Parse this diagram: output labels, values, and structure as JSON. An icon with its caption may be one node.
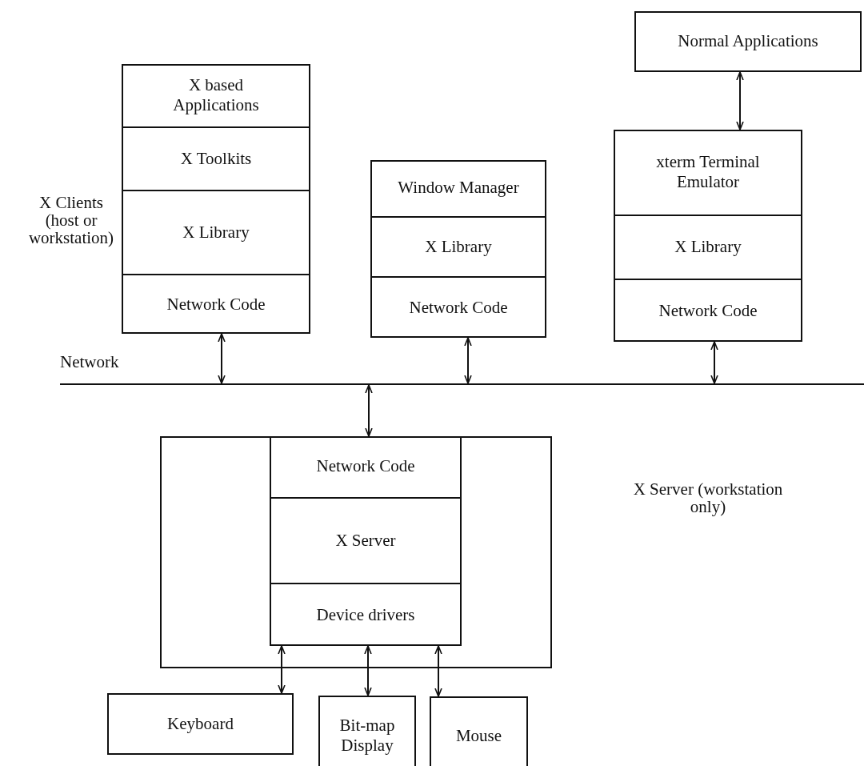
{
  "diagram": {
    "nodes": [
      {
        "text": [
          "Normal Applications"
        ]
      },
      {
        "text": [],
        "shape": "box"
      },
      {
        "text": [
          "X based Applications"
        ],
        "in": 1
      },
      {
        "text": [
          "X Toolkits"
        ],
        "in": 1
      },
      {
        "text": [
          "X Library"
        ],
        "in": 1
      },
      {
        "text": [
          "Network Code"
        ],
        "in": 1
      },
      {
        "text": [],
        "shape": "box"
      },
      {
        "text": [
          "Window Manager"
        ],
        "in": 6
      },
      {
        "text": [
          "X Library"
        ],
        "in": 6
      },
      {
        "text": [
          "Network Code"
        ],
        "in": 6
      },
      {
        "text": [],
        "shape": "box"
      },
      {
        "text": [
          "xterm Terminal Emulator"
        ],
        "in": 10
      },
      {
        "text": [
          "X Library"
        ],
        "in": 10
      },
      {
        "text": [
          "Network Code"
        ],
        "in": 10
      },
      {
        "text": [],
        "shape": "bar",
        "beside": [
          "Network"
        ]
      },
      {
        "text": [],
        "shape": "box"
      },
      {
        "text": [],
        "shape": "box",
        "in": 15
      },
      {
        "text": [
          "Network Code"
        ],
        "in": 16
      },
      {
        "text": [
          "X Server"
        ],
        "in": 16
      },
      {
        "text": [
          "Device drivers"
        ],
        "in": 16
      },
      {
        "text": [
          "Keyboard"
        ]
      },
      {
        "text": [
          "Bit-map Display"
        ]
      },
      {
        "text": [
          "Mouse"
        ]
      }
    ],
    "edges": [
      {
        "from": 0,
        "to": 11,
        "arrow": "both"
      },
      {
        "from": 5,
        "to": 14,
        "arrow": "both"
      },
      {
        "from": 9,
        "to": 14,
        "arrow": "both"
      },
      {
        "from": 13,
        "to": 14,
        "arrow": "both"
      },
      {
        "from": 14,
        "to": 17,
        "arrow": "both"
      },
      {
        "from": 19,
        "to": 20,
        "arrow": "both"
      },
      {
        "from": 19,
        "to": 21,
        "arrow": "both"
      },
      {
        "from": 19,
        "to": 22,
        "arrow": "both"
      }
    ],
    "labels": [
      "X Clients (host or workstation)",
      "X Server (workstation only)"
    ]
  }
}
